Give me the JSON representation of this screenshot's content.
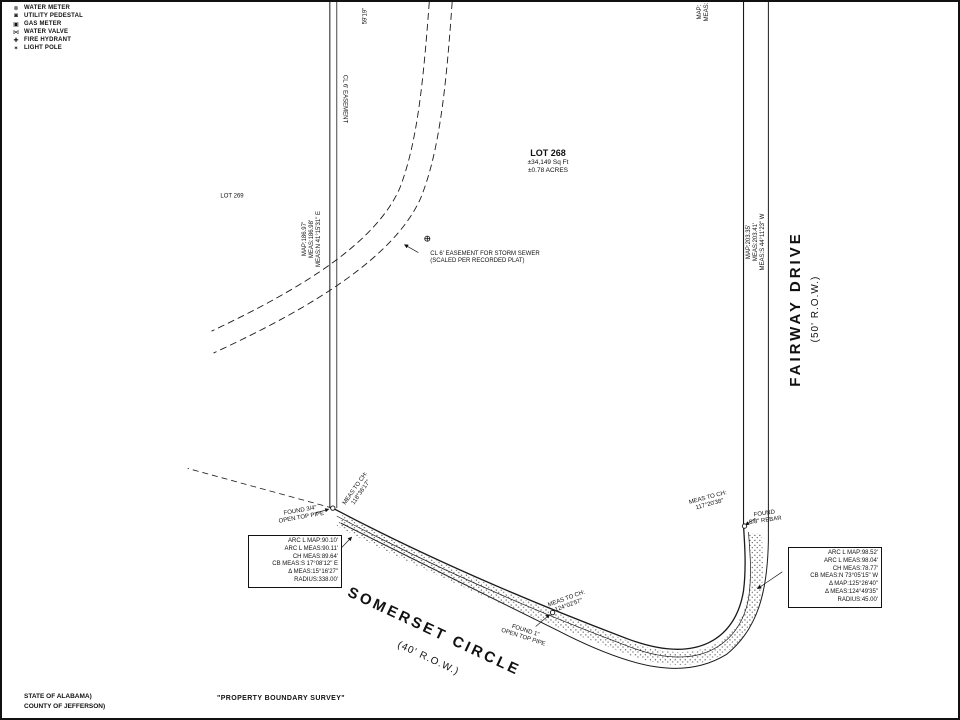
{
  "legend": {
    "items": [
      {
        "symbol": "⊗",
        "label": "WATER METER"
      },
      {
        "symbol": "◙",
        "label": "UTILITY PEDESTAL"
      },
      {
        "symbol": "▣",
        "label": "GAS METER"
      },
      {
        "symbol": "⋈",
        "label": "WATER VALVE"
      },
      {
        "symbol": "✚",
        "label": "FIRE HYDRANT"
      },
      {
        "symbol": "✶",
        "label": "LIGHT POLE"
      }
    ]
  },
  "lots": {
    "lot268_name": "LOT 268",
    "lot268_sqft": "±34,149 Sq Ft",
    "lot268_acres": "±0.78 ACRES",
    "lot269_name": "LOT 269"
  },
  "streets": {
    "fairway_name": "FAIRWAY DRIVE",
    "fairway_row": "(50' R.O.W.)",
    "somerset_name": "SOMERSET CIRCLE",
    "somerset_row": "(40' R.O.W.)"
  },
  "easements": {
    "cl6": "CL 6' EASEMENT",
    "storm1": "CL 6' EASEMENT FOR STORM SEWER",
    "storm2": "(SCALED PER RECORDED PLAT)"
  },
  "boundaries": {
    "west": {
      "lines": [
        "MAP:186.97'",
        "MEAS:186.98'",
        "MEAS:N 41°15'31\" E"
      ]
    },
    "east": {
      "lines": [
        "MAP:203.35'",
        "MEAS:203.41'",
        "MEAS:S 44°11'23\" W"
      ]
    },
    "top_fragment": "59'19\"",
    "top_right_fragment_1": "MAP:",
    "top_right_fragment_2": "MEAS:"
  },
  "curves": {
    "left": {
      "lines": [
        "ARC L MAP:90.10'",
        "ARC L MEAS:90.11'",
        "CH MEAS:89.64'",
        "CB MEAS:S 17°08'12\" E",
        "Δ MEAS:15°16'27\"",
        "RADIUS:338.00'"
      ]
    },
    "right": {
      "lines": [
        "ARC L MAP:98.52'",
        "ARC L MEAS:98.04'",
        "CH MEAS:78.77'",
        "CB MEAS:N 73°05'15\" W",
        "Δ MAP:125°26'40\"",
        "Δ MEAS:124°49'35\"",
        "RADIUS:45.00'"
      ]
    }
  },
  "meas": [
    {
      "l1": "MEAS TO CH:",
      "l2": "118°36'17\""
    },
    {
      "l1": "MEAS TO CH:",
      "l2": "124°02'57\""
    },
    {
      "l1": "MEAS TO CH:",
      "l2": "117°20'38\""
    }
  ],
  "found": {
    "pipe34": [
      "FOUND 3/4\"",
      "OPEN TOP PIPE"
    ],
    "pipe1": [
      "FOUND 1\"",
      "OPEN TOP PIPE"
    ],
    "rebar": [
      "FOUND",
      "5/8\" REBAR"
    ]
  },
  "footer": {
    "state": "STATE OF ALABAMA)",
    "county": "COUNTY OF JEFFERSON)",
    "title": "\"PROPERTY BOUNDARY SURVEY\""
  }
}
